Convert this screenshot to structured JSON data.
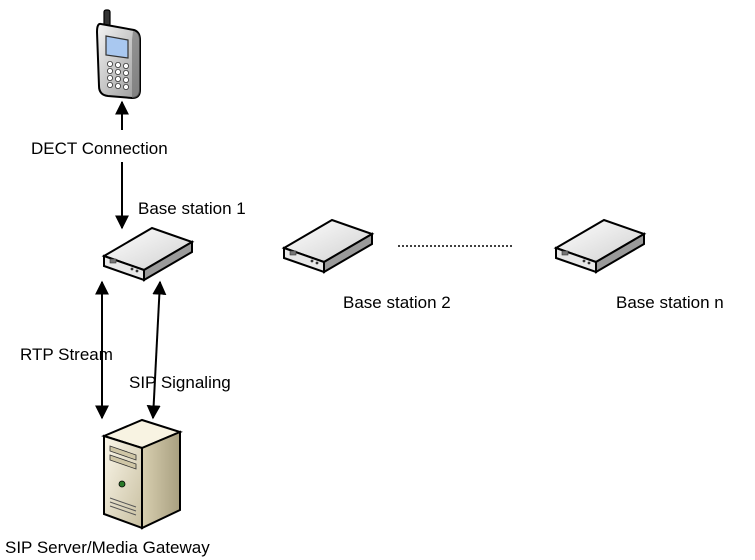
{
  "labels": {
    "dect_connection": "DECT Connection",
    "base_station_1": "Base station 1",
    "base_station_2": "Base station 2",
    "base_station_n": "Base station n",
    "rtp_stream": "RTP Stream",
    "sip_signaling": "SIP Signaling",
    "sip_server": "SIP Server/Media Gateway"
  },
  "icons": {
    "handset": "mobile-phone-icon",
    "base_station": "base-station-icon",
    "server": "server-tower-icon"
  },
  "colors": {
    "line": "#000000",
    "device_body": "#e8e8e8",
    "device_top": "#ffffff",
    "phone_screen": "#a9c8f0",
    "server_body": "#f2ecd8"
  }
}
